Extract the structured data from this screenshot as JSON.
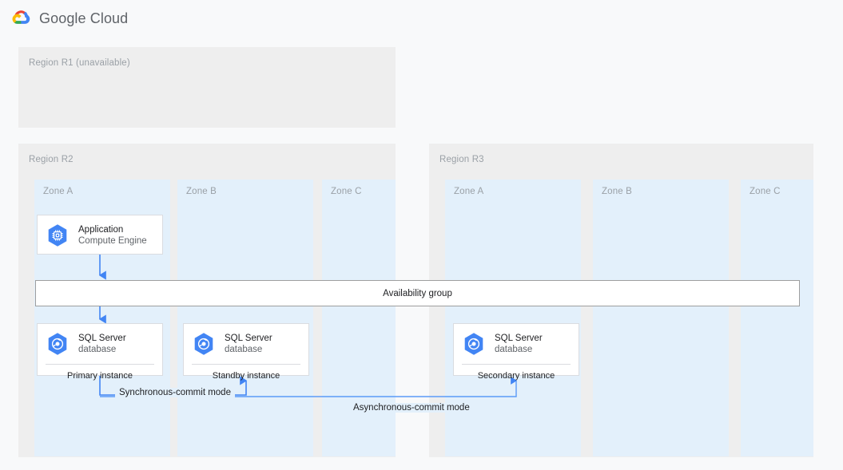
{
  "header": {
    "logo_icon": "google-cloud-logo",
    "title": "Google Cloud"
  },
  "regions": [
    {
      "id": "r1",
      "label": "Region R1 (unavailable)",
      "available": false,
      "zones": []
    },
    {
      "id": "r2",
      "label": "Region R2",
      "available": true,
      "zones": [
        {
          "id": "a",
          "label": "Zone A"
        },
        {
          "id": "b",
          "label": "Zone B"
        },
        {
          "id": "c",
          "label": "Zone C"
        }
      ]
    },
    {
      "id": "r3",
      "label": "Region R3",
      "available": true,
      "zones": [
        {
          "id": "a",
          "label": "Zone A"
        },
        {
          "id": "b",
          "label": "Zone B"
        },
        {
          "id": "c",
          "label": "Zone C"
        }
      ]
    }
  ],
  "cards": {
    "application": {
      "icon": "compute-engine-icon",
      "title": "Application",
      "subtitle": "Compute Engine"
    },
    "primary": {
      "icon": "cloud-sql-icon",
      "title": "SQL Server",
      "subtitle": "database",
      "footer": "Primary instance"
    },
    "standby": {
      "icon": "cloud-sql-icon",
      "title": "SQL Server",
      "subtitle": "database",
      "footer": "Standby instance"
    },
    "secondary": {
      "icon": "cloud-sql-icon",
      "title": "SQL Server",
      "subtitle": "database",
      "footer": "Secondary instance"
    }
  },
  "availability_group": {
    "label": "Availability group"
  },
  "connectors": [
    {
      "id": "sync",
      "label": "Synchronous-commit mode",
      "from": "primary",
      "to": "standby"
    },
    {
      "id": "async",
      "label": "Asynchronous-commit mode",
      "from": "primary",
      "to": "secondary"
    }
  ],
  "colors": {
    "accent_blue": "#4285f4",
    "region_bg": "#eeeeee",
    "zone_bg": "#e3f0fb",
    "card_border": "#dadce0",
    "page_bg": "#f8f9fa",
    "muted_text": "#9aa0a6",
    "body_text": "#202124"
  }
}
